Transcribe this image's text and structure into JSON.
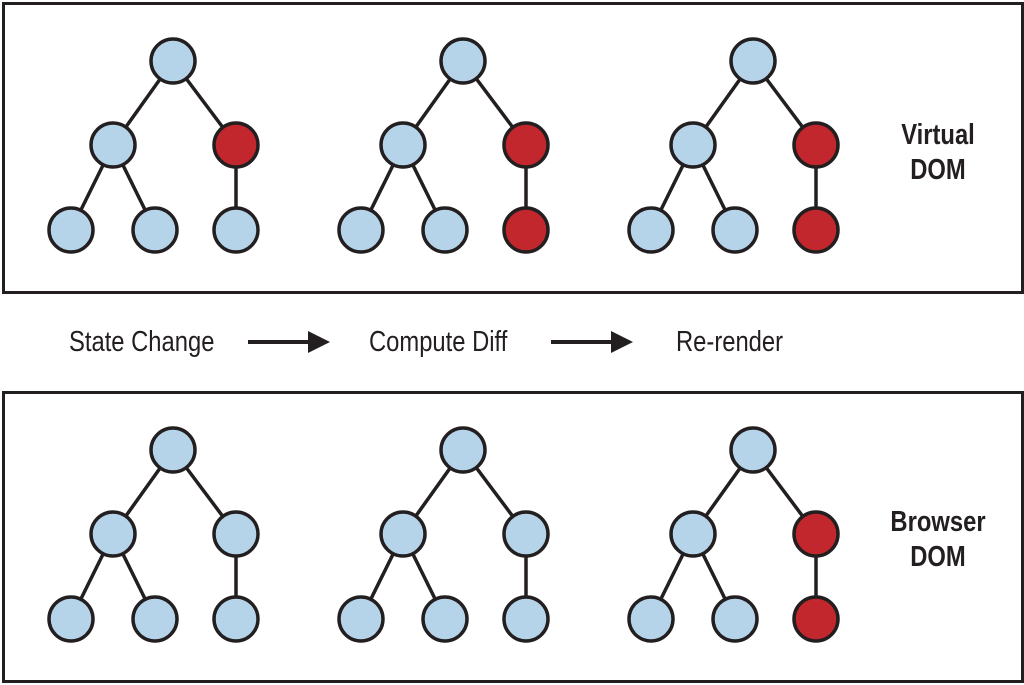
{
  "colors": {
    "node_unchanged": "#b6d4e9",
    "node_changed": "#c1272d",
    "outline": "#231f20"
  },
  "panels": [
    {
      "label_line1": "Virtual",
      "label_line2": "DOM",
      "trees": [
        {
          "changed_nodes": [
            "right-child"
          ]
        },
        {
          "changed_nodes": [
            "right-child",
            "right-leaf"
          ]
        },
        {
          "changed_nodes": [
            "right-child",
            "right-leaf"
          ]
        }
      ]
    },
    {
      "label_line1": "Browser",
      "label_line2": "DOM",
      "trees": [
        {
          "changed_nodes": []
        },
        {
          "changed_nodes": []
        },
        {
          "changed_nodes": [
            "right-child",
            "right-leaf"
          ]
        }
      ]
    }
  ],
  "flow": {
    "step1": "State Change",
    "step2": "Compute Diff",
    "step3": "Re-render"
  }
}
